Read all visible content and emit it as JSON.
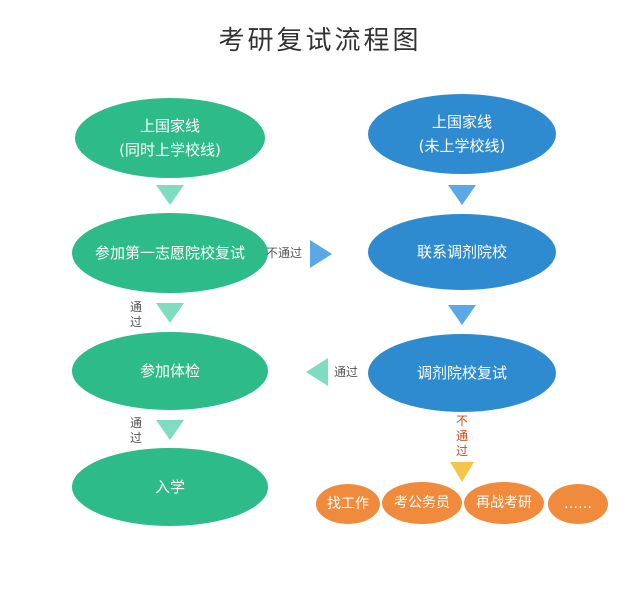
{
  "title": "考研复试流程图",
  "left_nodes": {
    "n1_line1": "上国家线",
    "n1_line2": "(同时上学校线)",
    "n2": "参加第一志愿院校复试",
    "n3": "参加体检",
    "n4": "入学"
  },
  "right_nodes": {
    "n1_line1": "上国家线",
    "n1_line2": "(未上学校线)",
    "n2": "联系调剂院校",
    "n3": "调剂院校复试"
  },
  "labels": {
    "not_pass_h": "不通过",
    "pass_left": "通过",
    "pass_1_a": "通",
    "pass_1_b": "过",
    "pass_2_a": "通",
    "pass_2_b": "过",
    "not_pass_v_a": "不",
    "not_pass_v_b": "通",
    "not_pass_v_c": "过"
  },
  "outcomes": [
    "找工作",
    "考公务员",
    "再战考研",
    "……"
  ],
  "colors": {
    "green": "#2dbb8a",
    "blue": "#2f8bd0",
    "orange": "#f08a3c",
    "arrow_green": "#7fdcc0",
    "arrow_blue": "#5ba8e6",
    "arrow_yellow": "#f5c54a"
  }
}
